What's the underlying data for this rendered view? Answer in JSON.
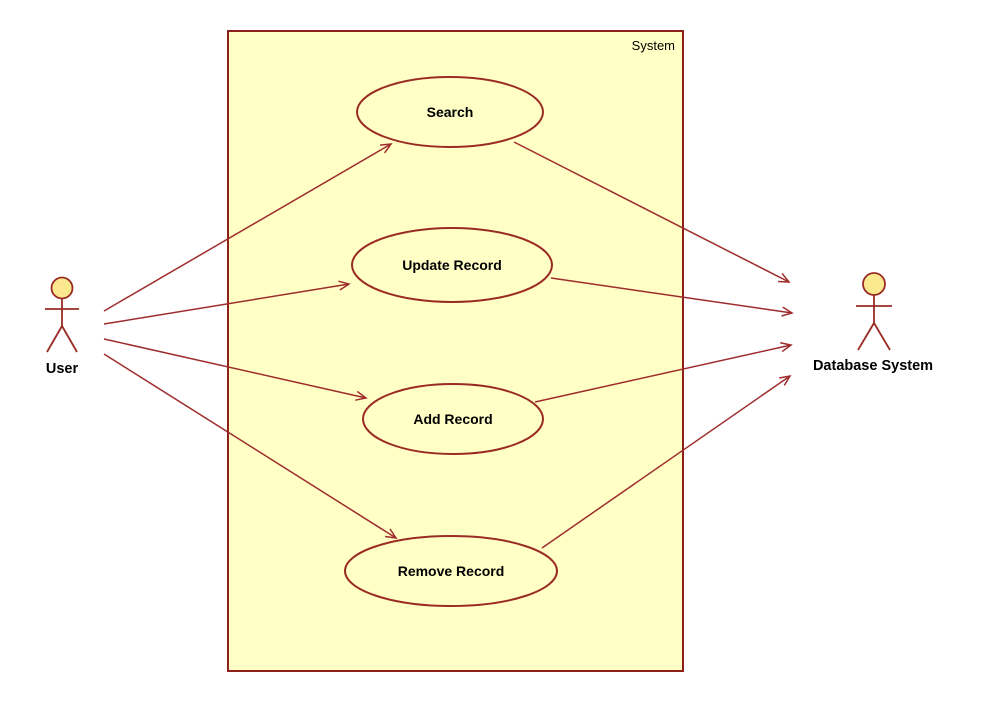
{
  "system_boundary": {
    "label": "System"
  },
  "actors": [
    {
      "name": "User"
    },
    {
      "name": "Database System"
    }
  ],
  "use_cases": [
    {
      "label": "Search"
    },
    {
      "label": "Update Record"
    },
    {
      "label": "Add Record"
    },
    {
      "label": "Remove Record"
    }
  ],
  "associations": [
    {
      "from": "User",
      "to": "Search"
    },
    {
      "from": "User",
      "to": "Update Record"
    },
    {
      "from": "User",
      "to": "Add Record"
    },
    {
      "from": "User",
      "to": "Remove Record"
    },
    {
      "from": "Search",
      "to": "Database System"
    },
    {
      "from": "Update Record",
      "to": "Database System"
    },
    {
      "from": "Add Record",
      "to": "Database System"
    },
    {
      "from": "Remove Record",
      "to": "Database System"
    }
  ],
  "colors": {
    "stroke": "#9A2B24",
    "boundary_fill": "#FFFFC6",
    "actor_head_fill": "#FBE88F",
    "text": "#000000",
    "background": "#FFFFFF"
  }
}
